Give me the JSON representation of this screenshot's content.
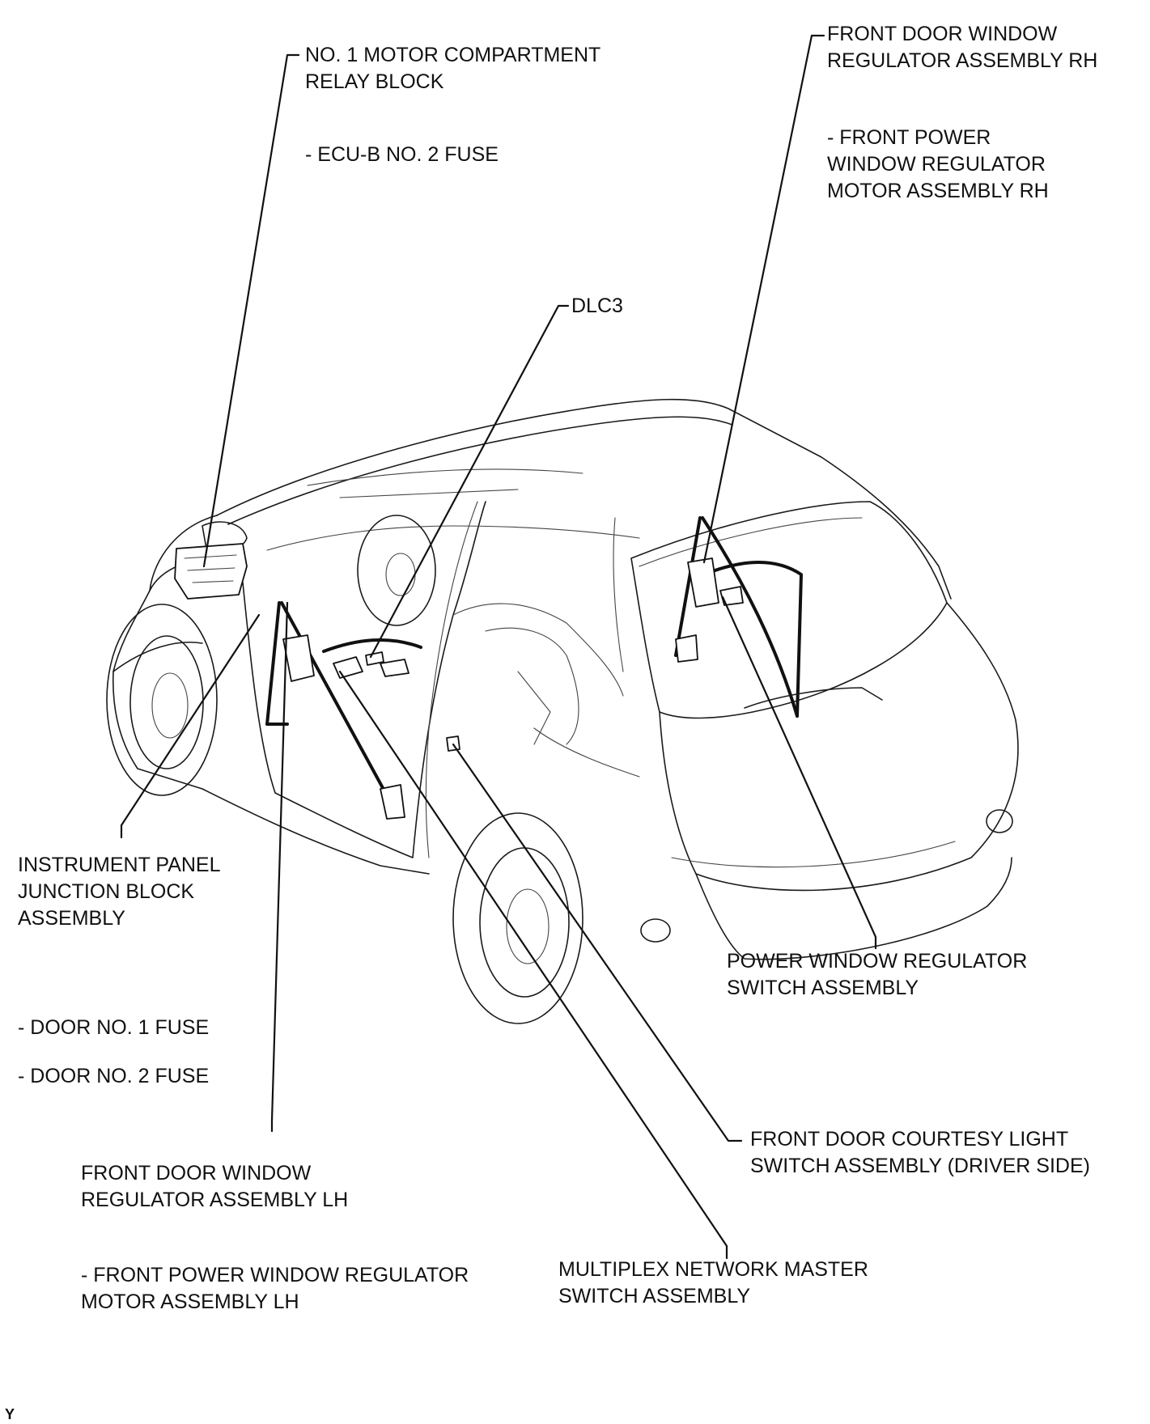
{
  "labels": {
    "relay_block": {
      "line1": "NO. 1 MOTOR COMPARTMENT",
      "line2": "RELAY BLOCK"
    },
    "ecu_fuse": "- ECU-B NO. 2 FUSE",
    "regulator_rh": {
      "line1": "FRONT DOOR WINDOW",
      "line2": "REGULATOR ASSEMBLY RH"
    },
    "motor_rh": {
      "line1": "- FRONT POWER",
      "line2": "WINDOW REGULATOR",
      "line3": "MOTOR ASSEMBLY RH"
    },
    "dlc3": "DLC3",
    "junction_block": {
      "line1": "INSTRUMENT PANEL",
      "line2": "JUNCTION BLOCK",
      "line3": "ASSEMBLY"
    },
    "door_fuse_1": "- DOOR NO. 1 FUSE",
    "door_fuse_2": "- DOOR NO. 2 FUSE",
    "regulator_switch": {
      "line1": "POWER WINDOW REGULATOR",
      "line2": "SWITCH ASSEMBLY"
    },
    "courtesy_switch": {
      "line1": "FRONT DOOR COURTESY LIGHT",
      "line2": "SWITCH ASSEMBLY (DRIVER SIDE)"
    },
    "regulator_lh": {
      "line1": "FRONT DOOR WINDOW",
      "line2": "REGULATOR ASSEMBLY LH"
    },
    "motor_lh": {
      "line1": "- FRONT POWER WINDOW REGULATOR",
      "line2": "MOTOR ASSEMBLY LH"
    },
    "master_switch": {
      "line1": "MULTIPLEX NETWORK MASTER",
      "line2": "SWITCH ASSEMBLY"
    }
  },
  "corner_mark": "Y"
}
